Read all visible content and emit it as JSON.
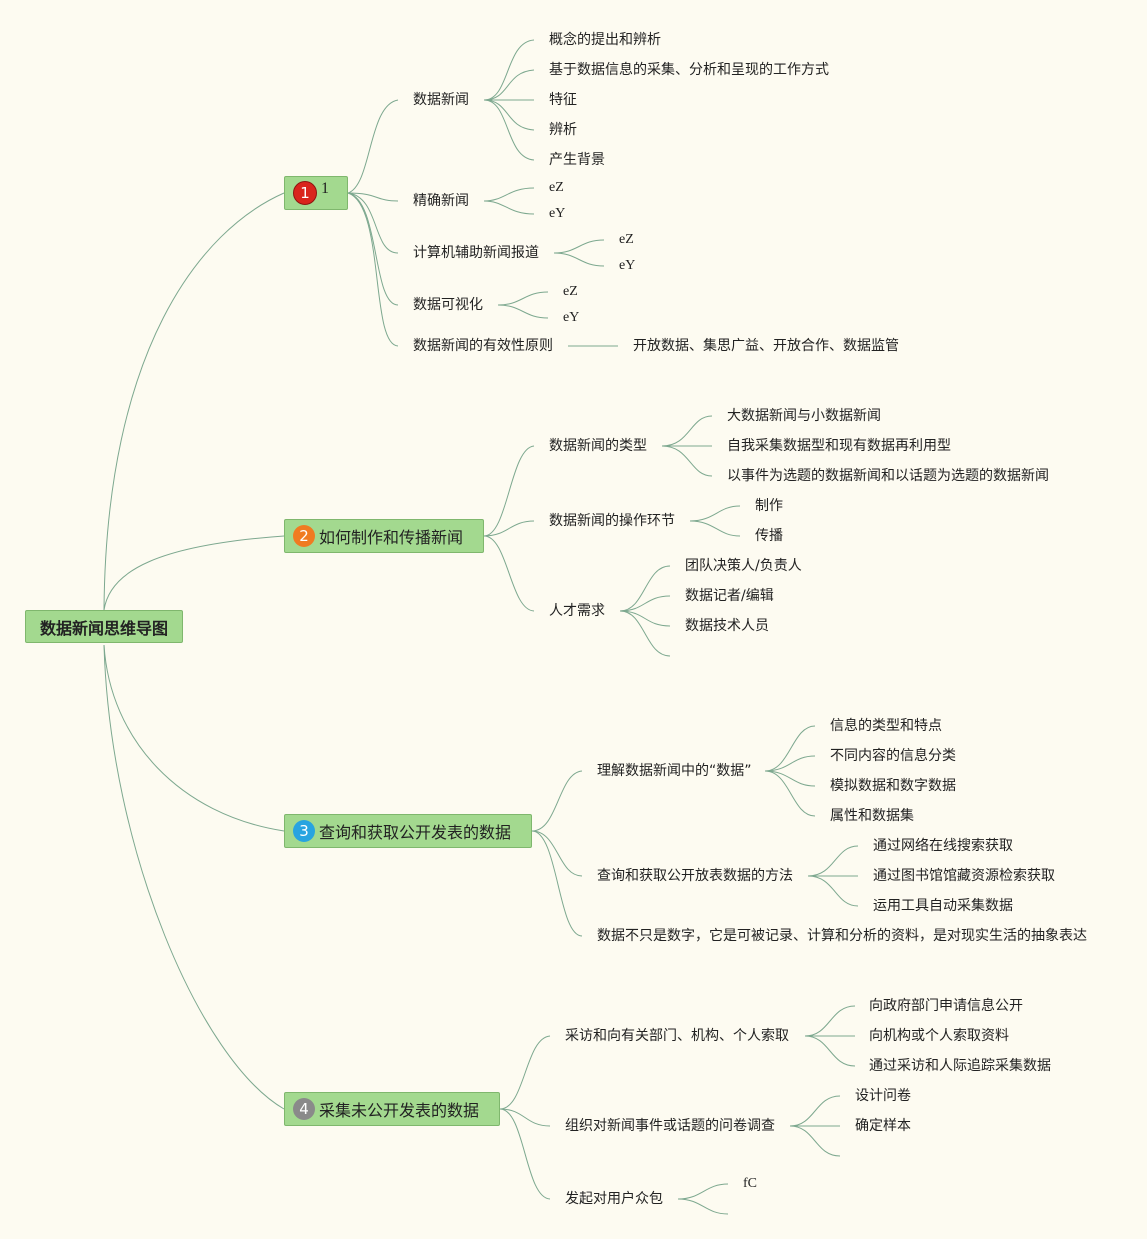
{
  "root": "数据新闻思维导图",
  "branches": [
    {
      "badge": "1",
      "title": "1",
      "children": [
        {
          "label": "数据新闻",
          "children": [
            "概念的提出和辨析",
            "基于数据信息的采集、分析和呈现的工作方式",
            "特征",
            "辨析",
            "产生背景"
          ]
        },
        {
          "label": "精确新闻",
          "children": [
            "eZ",
            "eY"
          ]
        },
        {
          "label": "计算机辅助新闻报道",
          "children": [
            "eZ",
            "eY"
          ]
        },
        {
          "label": "数据可视化",
          "children": [
            "eZ",
            "eY"
          ]
        },
        {
          "label": "数据新闻的有效性原则",
          "children": [
            "开放数据、集思广益、开放合作、数据监管"
          ]
        }
      ]
    },
    {
      "badge": "2",
      "title": "如何制作和传播新闻",
      "children": [
        {
          "label": "数据新闻的类型",
          "children": [
            "大数据新闻与小数据新闻",
            "自我采集数据型和现有数据再利用型",
            "以事件为选题的数据新闻和以话题为选题的数据新闻"
          ]
        },
        {
          "label": "数据新闻的操作环节",
          "children": [
            "制作",
            "传播"
          ]
        },
        {
          "label": "人才需求",
          "children": [
            "团队决策人/负责人",
            "数据记者/编辑",
            "数据技术人员",
            ""
          ]
        }
      ]
    },
    {
      "badge": "3",
      "title": "查询和获取公开发表的数据",
      "children": [
        {
          "label": "理解数据新闻中的“数据”",
          "children": [
            "信息的类型和特点",
            "不同内容的信息分类",
            "模拟数据和数字数据",
            "属性和数据集"
          ]
        },
        {
          "label": "查询和获取公开放表数据的方法",
          "children": [
            "通过网络在线搜索获取",
            "通过图书馆馆藏资源检索获取",
            "运用工具自动采集数据"
          ]
        },
        {
          "label": "数据不只是数字，它是可被记录、计算和分析的资料，是对现实生活的抽象表达",
          "children": []
        }
      ]
    },
    {
      "badge": "4",
      "title": "采集未公开发表的数据",
      "children": [
        {
          "label": "采访和向有关部门、机构、个人索取",
          "children": [
            "向政府部门申请信息公开",
            "向机构或个人索取资料",
            "通过采访和人际追踪采集数据"
          ]
        },
        {
          "label": "组织对新闻事件或话题的问卷调查",
          "children": [
            "设计问卷",
            "确定样本",
            ""
          ]
        },
        {
          "label": "发起对用户众包",
          "children": [
            "fC",
            ""
          ]
        }
      ]
    }
  ],
  "colors": {
    "background": "#fdfbf1",
    "node_fill": "#a3d98f",
    "node_border": "#7fb76d",
    "line": "#7da88f",
    "badge1": "#d9251c",
    "badge2": "#f07b21",
    "badge3": "#28a4e0",
    "badge4": "#8a8a8a"
  }
}
